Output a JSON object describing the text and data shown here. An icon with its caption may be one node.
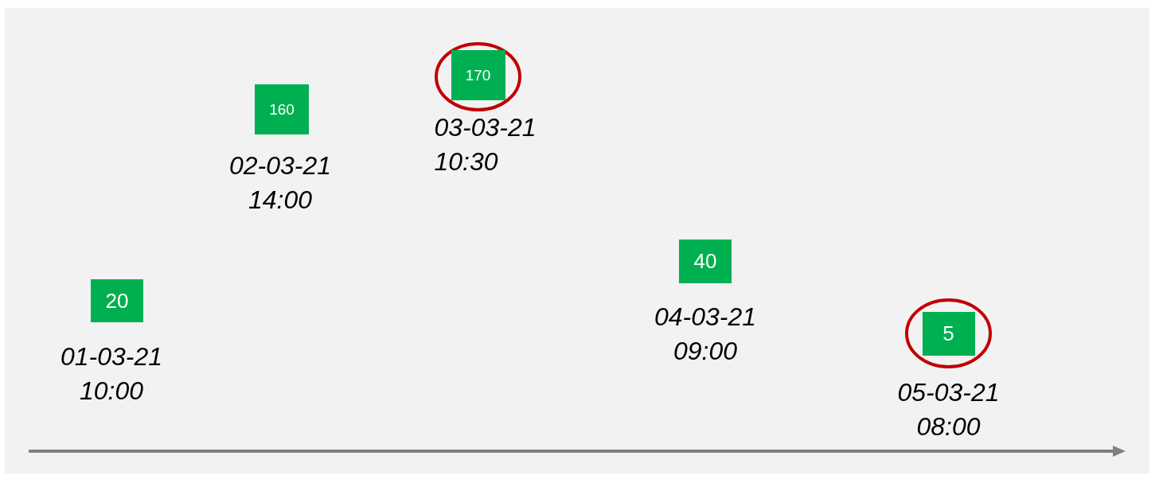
{
  "diagram": {
    "nodes": [
      {
        "text": [
          "20"
        ],
        "beside": [
          "01-03-21 10:00"
        ]
      },
      {
        "text": [
          "160"
        ],
        "beside": [
          "02-03-21 14:00"
        ]
      },
      {
        "text": [],
        "shape": "circle"
      },
      {
        "text": [
          "170"
        ],
        "beside": [
          "03-03-21 10:30"
        ],
        "in": 2
      },
      {
        "text": [
          "40"
        ],
        "beside": [
          "04-03-21 09:00"
        ]
      },
      {
        "text": [],
        "shape": "circle"
      },
      {
        "text": [
          "5"
        ],
        "beside": [
          "05-03-21 08:00"
        ],
        "in": 5
      }
    ]
  }
}
